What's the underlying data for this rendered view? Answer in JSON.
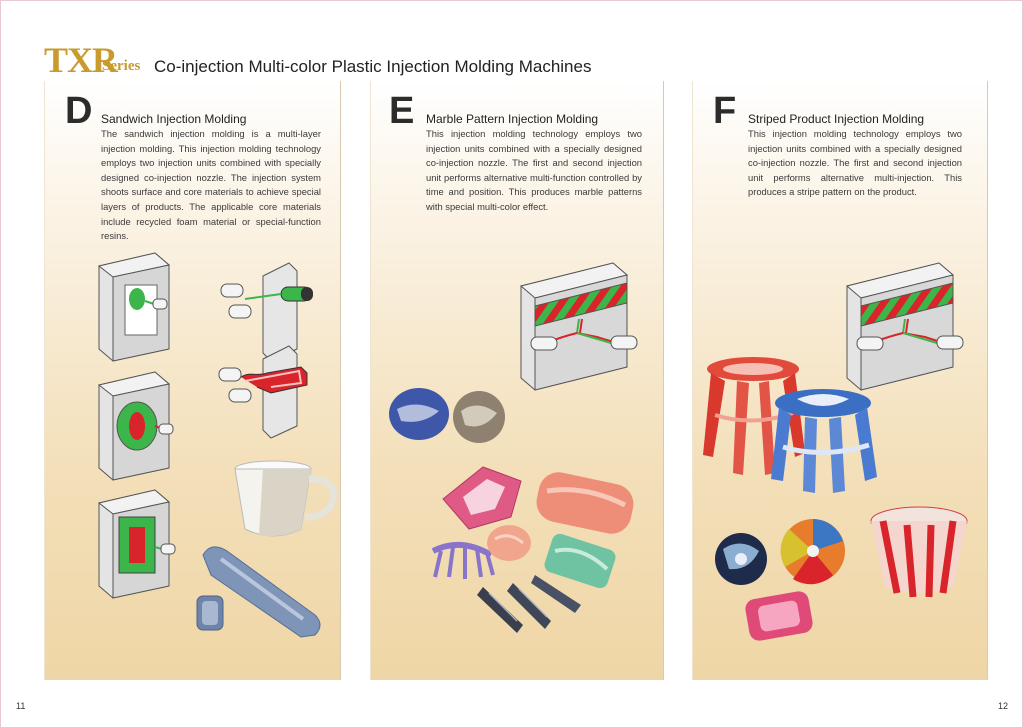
{
  "header": {
    "brand": "TXR",
    "series": "Series",
    "title": "Co-injection Multi-color Plastic Injection Molding Machines"
  },
  "sections": [
    {
      "letter": "D",
      "title": "Sandwich Injection Molding",
      "body": "The sandwich injection molding is a multi-layer injection molding. This injection molding technology employs two injection units combined with specially designed co-injection nozzle. The injection system shoots surface and core materials to achieve special layers of products. The applicable core materials include recycled foam material or special-function resins."
    },
    {
      "letter": "E",
      "title": "Marble Pattern Injection Molding",
      "body": "This injection molding technology employs two injection units combined with a specially designed co-injection nozzle. The first and second injection unit performs alternative multi-function controlled by time and position. This produces marble patterns with special multi-color effect."
    },
    {
      "letter": "F",
      "title": "Striped Product Injection Molding",
      "body": "This injection molding technology employs two injection units combined with a specially designed co-injection nozzle. The first and second injection unit performs alternative multi-injection. This produces a stripe pattern on the product."
    }
  ],
  "page_numbers": {
    "left": "11",
    "right": "12"
  },
  "colors": {
    "brand_gold": "#c99a2c",
    "core_red": "#d8242a",
    "skin_green": "#3cb54a",
    "panel_top": "#ffffff",
    "panel_bottom": "#efd6a6"
  }
}
